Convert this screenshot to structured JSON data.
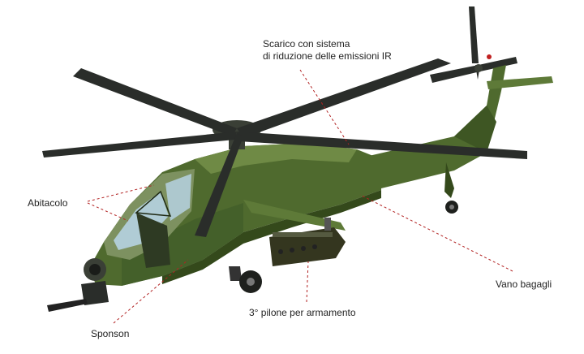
{
  "labels": {
    "exhaust_line1": "Scarico con sistema",
    "exhaust_line2": "di riduzione delle emissioni IR",
    "cockpit": "Abitacolo",
    "baggage_bay": "Vano bagagli",
    "weapon_pylon": "3° pilone per armamento",
    "sponson": "Sponson"
  },
  "colors": {
    "hull": "#4f6a2e",
    "hull_dark": "#34491b",
    "hull_light": "#6f8a45",
    "rotor": "#2a2d2a",
    "leader_line": "#b22222",
    "canopy": "#b9d6ea",
    "background": "#ffffff"
  }
}
